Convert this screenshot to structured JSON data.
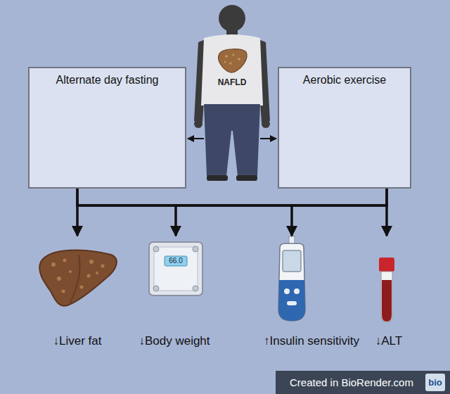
{
  "diagram": {
    "nodes": [
      {
        "text": [
          "Alternate day fasting"
        ]
      },
      {
        "text": [
          "NAFLD"
        ]
      },
      {
        "text": [
          "Aerobic exercise"
        ]
      },
      {
        "text": [
          "↓Liver fat"
        ]
      },
      {
        "text": [
          "↓Body weight"
        ]
      },
      {
        "text": [
          "↑Insulin sensitivity"
        ]
      },
      {
        "text": [
          "↓ALT"
        ]
      }
    ],
    "edges": [
      {
        "from": 1,
        "to": 0,
        "arrow": "to"
      },
      {
        "from": 1,
        "to": 2,
        "arrow": "to"
      },
      {
        "from": 0,
        "to": 3,
        "arrow": "to"
      },
      {
        "from": 0,
        "to": 4,
        "arrow": "to"
      },
      {
        "from": 0,
        "to": 5,
        "arrow": "to"
      },
      {
        "from": 0,
        "to": 6,
        "arrow": "to"
      },
      {
        "from": 2,
        "to": 3,
        "arrow": "to"
      },
      {
        "from": 2,
        "to": 4,
        "arrow": "to"
      },
      {
        "from": 2,
        "to": 5,
        "arrow": "to"
      },
      {
        "from": 2,
        "to": 6,
        "arrow": "to"
      }
    ],
    "labels": [
      "66.0",
      "Created in BioRender.com",
      "bio"
    ]
  }
}
